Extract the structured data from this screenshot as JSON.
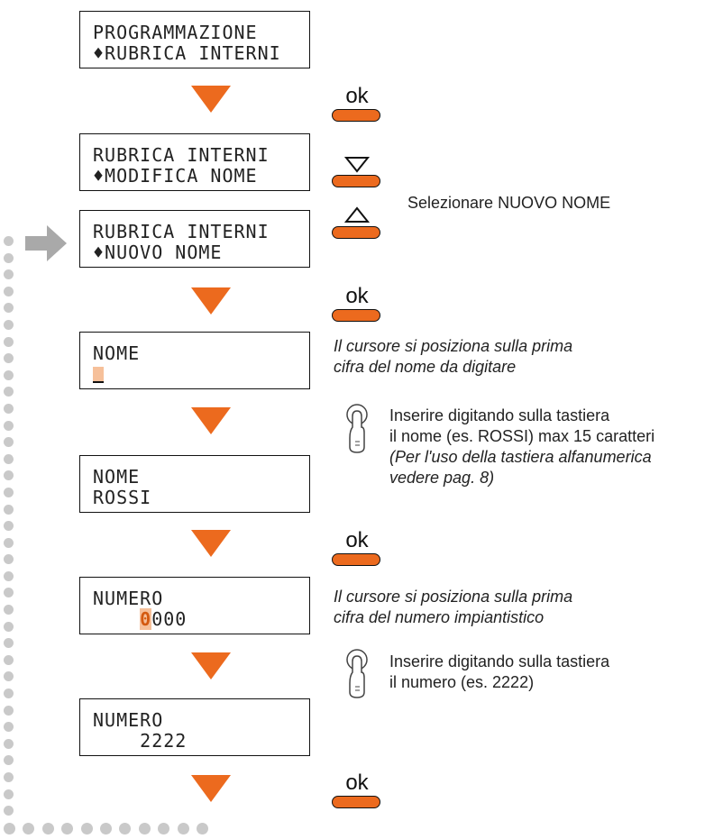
{
  "screens": {
    "s1": [
      "PROGRAMMAZIONE",
      "♦RUBRICA INTERNI"
    ],
    "s2": [
      "RUBRICA INTERNI",
      "♦MODIFICA NOME"
    ],
    "s3": [
      "RUBRICA INTERNI",
      "♦NUOVO NOME"
    ],
    "s4": [
      "NOME",
      ""
    ],
    "s5": [
      "NOME",
      "ROSSI"
    ],
    "s6": [
      "NUMERO",
      "0000"
    ],
    "s7": [
      "NUMERO",
      "    2222"
    ]
  },
  "keys": {
    "ok": "ok"
  },
  "texts": {
    "select": "Selezionare NUOVO NOME",
    "cursor_name_1": "Il cursore si posiziona sulla prima",
    "cursor_name_2": "cifra del nome da digitare",
    "insert_name_1": "Inserire digitando sulla tastiera",
    "insert_name_2": "il nome (es. ROSSI) max 15 caratteri",
    "insert_name_3": "(Per l'uso della tastiera alfanumerica",
    "insert_name_4": "vedere pag. 8)",
    "cursor_num_1": "Il cursore si posiziona sulla prima",
    "cursor_num_2": "cifra del numero impiantistico",
    "insert_num_1": "Inserire digitando sulla tastiera",
    "insert_num_2": "il numero (es. 2222)"
  },
  "colors": {
    "accent": "#ec6a1e",
    "highlight": "#f6c09a",
    "dots": "#c9c9c9"
  },
  "icons": [
    "down-triangle-icon",
    "up-triangle-icon",
    "finger-press-icon",
    "gray-arrow-icon"
  ]
}
